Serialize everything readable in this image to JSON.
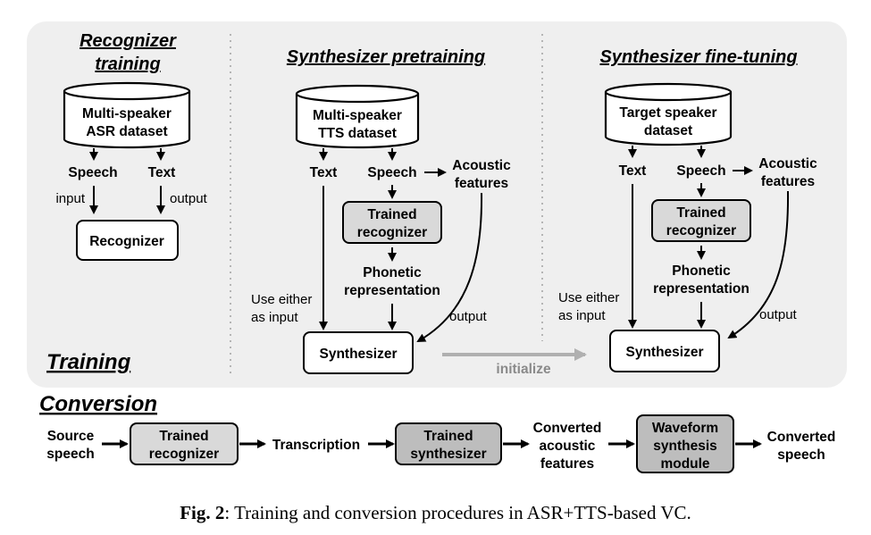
{
  "training": {
    "title": "Training",
    "recognizer_training": {
      "title_line1": "Recognizer",
      "title_line2": "training",
      "dataset_line1": "Multi-speaker",
      "dataset_line2": "ASR dataset",
      "speech": "Speech",
      "text": "Text",
      "input": "input",
      "output": "output",
      "recognizer": "Recognizer"
    },
    "synth_pretraining": {
      "title": "Synthesizer pretraining",
      "dataset_line1": "Multi-speaker",
      "dataset_line2": "TTS dataset",
      "text": "Text",
      "speech": "Speech",
      "acoustic_line1": "Acoustic",
      "acoustic_line2": "features",
      "trained_rec_line1": "Trained",
      "trained_rec_line2": "recognizer",
      "phonetic_line1": "Phonetic",
      "phonetic_line2": "representation",
      "use_either_line1": "Use either",
      "use_either_line2": "as input",
      "output": "output",
      "synthesizer": "Synthesizer"
    },
    "initialize": "initialize",
    "synth_finetuning": {
      "title": "Synthesizer fine-tuning",
      "dataset_line1": "Target speaker",
      "dataset_line2": "dataset",
      "text": "Text",
      "speech": "Speech",
      "acoustic_line1": "Acoustic",
      "acoustic_line2": "features",
      "trained_rec_line1": "Trained",
      "trained_rec_line2": "recognizer",
      "phonetic_line1": "Phonetic",
      "phonetic_line2": "representation",
      "use_either_line1": "Use either",
      "use_either_line2": "as input",
      "output": "output",
      "synthesizer": "Synthesizer"
    }
  },
  "conversion": {
    "title": "Conversion",
    "source_line1": "Source",
    "source_line2": "speech",
    "trained_rec_line1": "Trained",
    "trained_rec_line2": "recognizer",
    "transcription": "Transcription",
    "trained_syn_line1": "Trained",
    "trained_syn_line2": "synthesizer",
    "converted_ac_line1": "Converted",
    "converted_ac_line2": "acoustic",
    "converted_ac_line3": "features",
    "waveform_line1": "Waveform",
    "waveform_line2": "synthesis",
    "waveform_line3": "module",
    "converted_sp_line1": "Converted",
    "converted_sp_line2": "speech"
  },
  "caption": {
    "label": "Fig. 2",
    "text": ": Training and conversion procedures in ASR+TTS-based VC."
  },
  "colors": {
    "panel_bg": "#efefef",
    "trained_box": "#d9d9d9",
    "synth_box_dark": "#bdbdbd",
    "initialize_arrow": "#b0b0b0",
    "initialize_text": "#8a8a8a"
  }
}
